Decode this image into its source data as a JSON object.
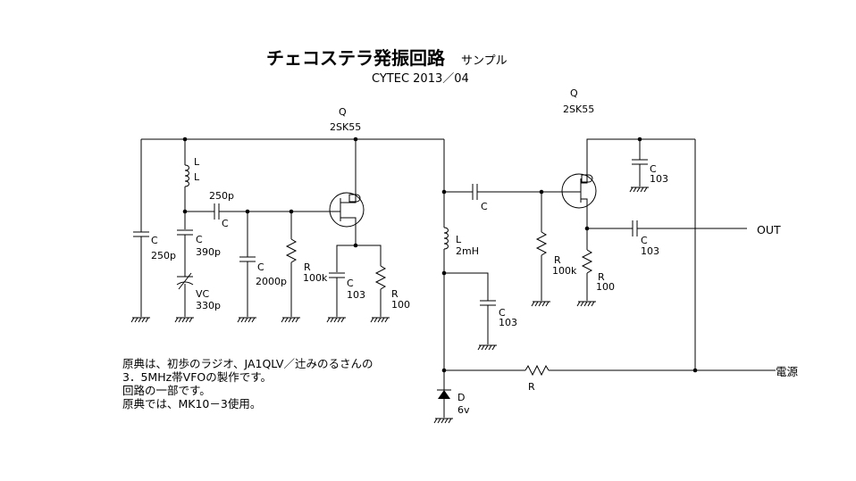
{
  "title": {
    "main": "チェコステラ発振回路",
    "suffix": "サンプル",
    "credit": "CYTEC 2013／04"
  },
  "components": {
    "q1_ref": "Q",
    "q1_part": "2SK55",
    "q2_ref": "Q",
    "q2_part": "2SK55",
    "l1_ref": "L",
    "l1_val": "L",
    "c1_ref": "C",
    "c1_val": "250p",
    "c2_ref": "C",
    "c2_val": "390p",
    "vc_ref": "VC",
    "vc_val": "330p",
    "c3_val": "250p",
    "c3_ref": "C",
    "c4_ref": "C",
    "c4_val": "2000p",
    "r1_ref": "R",
    "r1_val": "100k",
    "c5_ref": "C",
    "c5_val": "103",
    "r2_ref": "R",
    "r2_val": "100",
    "l2_ref": "L",
    "l2_val": "2mH",
    "c6_ref": "C",
    "c7_ref": "C",
    "c7_val": "103",
    "r3_ref": "R",
    "r3_val": "100k",
    "c8_ref": "C",
    "c8_val": "103",
    "c9_ref": "C",
    "c9_val": "103",
    "r4_ref": "R",
    "r4_val": "100",
    "r5_ref": "R",
    "d1_ref": "D",
    "d1_val": "6v"
  },
  "terminals": {
    "out": "OUT",
    "power": "電源"
  },
  "notes": [
    "原典は、初歩のラジオ、JA1QLV／辻みのるさんの",
    "3．5MHz帯VFOの製作です。",
    "回路の一部です。",
    "原典では、MK10－3使用。"
  ]
}
